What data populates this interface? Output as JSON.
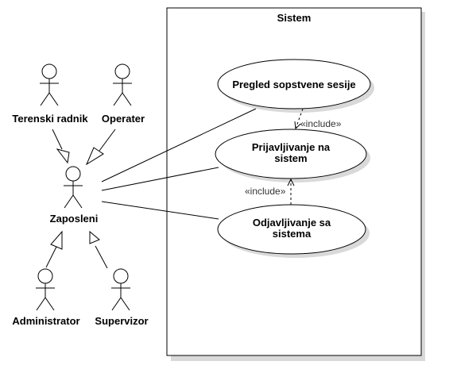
{
  "system": {
    "title": "Sistem"
  },
  "actors": {
    "terenski": "Terenski radnik",
    "operater": "Operater",
    "zaposleni": "Zaposleni",
    "administrator": "Administrator",
    "supervizor": "Supervizor"
  },
  "use_cases": {
    "pregled": [
      "Pregled sopstvene sesije"
    ],
    "prijavljivanje": [
      "Prijavljivanje na",
      "sistem"
    ],
    "odjavljivanje": [
      "Odjavljivanje sa",
      "sistema"
    ]
  },
  "stereotypes": {
    "include_top": "«include»",
    "include_bottom": "«include»"
  }
}
